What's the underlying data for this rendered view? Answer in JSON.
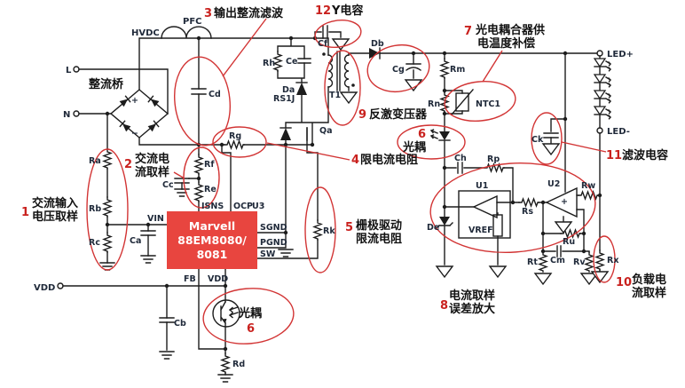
{
  "colors": {
    "annotation_red": "#c9211e",
    "circle_red": "#d23434",
    "chip_fill": "#e8453f",
    "chip_text": "#ffffff",
    "wire": "#1c1c1c",
    "label": "#202a3a"
  },
  "chip": {
    "name1": "Marvell",
    "name2": "88EM8080/",
    "name3": "8081",
    "designator": "U3",
    "pin_isns": "ISNS",
    "pin_ocp": "OCP",
    "pin_vin": "VIN",
    "pin_sgnd": "SGND",
    "pin_pgnd": "PGND",
    "pin_sw": "SW",
    "pin_fb": "FB",
    "pin_vdd": "VDD"
  },
  "terms": {
    "l": "L",
    "n": "N",
    "vdd": "VDD",
    "hvdc": "HVDC",
    "pfc": "PFC",
    "ledp": "LED+",
    "ledm": "LED-",
    "bridge": "整流桥",
    "plus": "+",
    "minus": "−"
  },
  "parts": {
    "cd": "Cd",
    "rh": "Rh",
    "ce": "Ce",
    "da": "Da",
    "rs1j": "RS1J",
    "cf": "Cf",
    "t1": "T1",
    "db": "Db",
    "cg": "Cg",
    "rm": "Rm",
    "rn": "Rn",
    "ntc": "NTC1",
    "ck": "Ck",
    "ch": "Ch",
    "rp": "Rp",
    "u1": "U1",
    "vref": "VREF",
    "rs": "Rs",
    "u2": "U2",
    "u2plus": "+",
    "rw": "Rw",
    "ru": "Ru",
    "cm": "Cm",
    "rt": "Rt",
    "rv": "Rv",
    "rx": "Rx",
    "de": "De",
    "ra": "Ra",
    "rb": "Rb",
    "rc": "Rc",
    "ca": "Ca",
    "cc": "Cc",
    "rf": "Rf",
    "re": "Re",
    "rg": "Rg",
    "rk": "Rk",
    "qa": "Qa",
    "cb": "Cb",
    "rd": "Rd"
  },
  "ann": {
    "n1": {
      "num": "1",
      "l1": "交流输入",
      "l2": "电压取样"
    },
    "n2": {
      "num": "2",
      "l1": "交流电",
      "l2": "流取样"
    },
    "n3": {
      "num": "3",
      "t": "输出整流滤波"
    },
    "n4": {
      "num": "4",
      "t": "限电流电阻"
    },
    "n5": {
      "num": "5",
      "l1": "栅极驱动",
      "l2": "限流电阻"
    },
    "n6": {
      "num": "6",
      "t": "光耦"
    },
    "n7": {
      "num": "7",
      "l1": "光电耦合器供",
      "l2": "电温度补偿"
    },
    "n8": {
      "num": "8",
      "l1": "电流取样",
      "l2": "误差放大"
    },
    "n9": {
      "num": "9",
      "t": "反激变压器"
    },
    "n10": {
      "num": "10",
      "l1": "负载电",
      "l2": "流取样"
    },
    "n11": {
      "num": "11",
      "t": "滤波电容"
    },
    "n12": {
      "num": "12",
      "t": "Y电容"
    }
  }
}
